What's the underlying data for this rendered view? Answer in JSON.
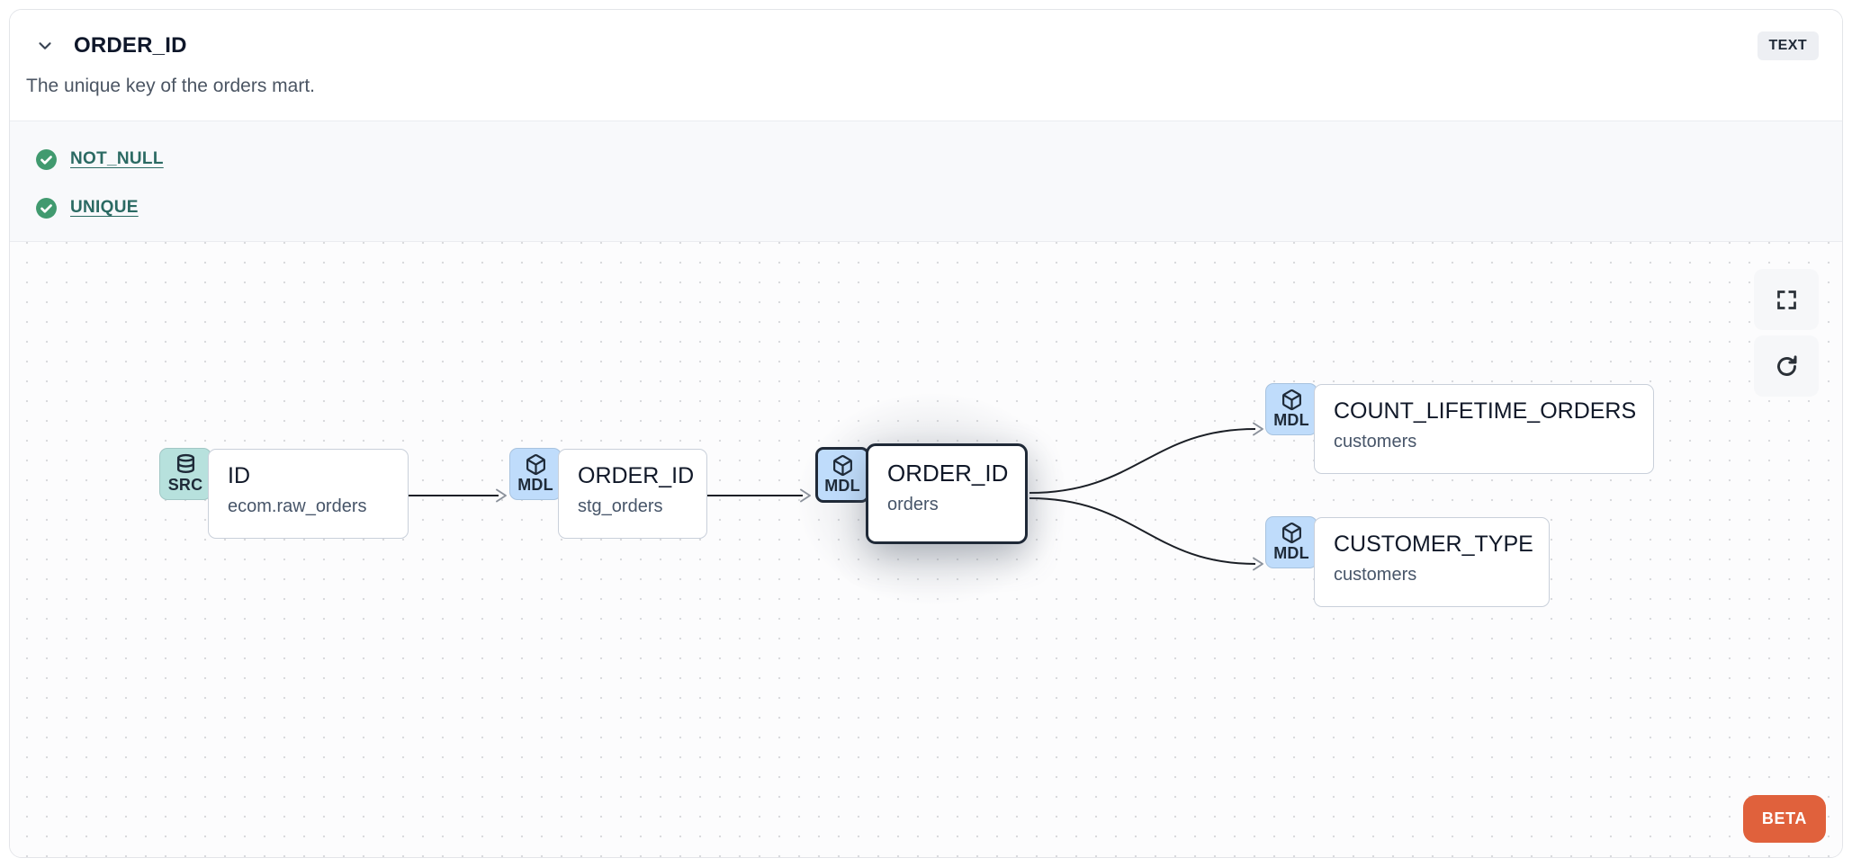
{
  "header": {
    "title": "ORDER_ID",
    "type_badge": "TEXT",
    "description": "The unique key of the orders mart."
  },
  "tests": [
    {
      "label": "NOT_NULL",
      "status": "pass"
    },
    {
      "label": "UNIQUE",
      "status": "pass"
    }
  ],
  "graph": {
    "nodes": [
      {
        "badge": "SRC",
        "icon": "database-icon",
        "title": "ID",
        "subtitle": "ecom.raw_orders",
        "selected": false
      },
      {
        "badge": "MDL",
        "icon": "cube-icon",
        "title": "ORDER_ID",
        "subtitle": "stg_orders",
        "selected": false
      },
      {
        "badge": "MDL",
        "icon": "cube-icon",
        "title": "ORDER_ID",
        "subtitle": "orders",
        "selected": true
      },
      {
        "badge": "MDL",
        "icon": "cube-icon",
        "title": "COUNT_LIFETIME_ORDERS",
        "subtitle": "customers",
        "selected": false
      },
      {
        "badge": "MDL",
        "icon": "cube-icon",
        "title": "CUSTOMER_TYPE",
        "subtitle": "customers",
        "selected": false
      }
    ],
    "edges": [
      {
        "from": "ID (ecom.raw_orders)",
        "to": "ORDER_ID (stg_orders)"
      },
      {
        "from": "ORDER_ID (stg_orders)",
        "to": "ORDER_ID (orders)"
      },
      {
        "from": "ORDER_ID (orders)",
        "to": "COUNT_LIFETIME_ORDERS (customers)"
      },
      {
        "from": "ORDER_ID (orders)",
        "to": "CUSTOMER_TYPE (customers)"
      }
    ]
  },
  "controls": {
    "fullscreen": "fullscreen",
    "refresh": "refresh"
  },
  "beta_label": "BETA",
  "colors": {
    "src_badge": "#b7e1dd",
    "mdl_badge": "#bfdcfb",
    "test_green": "#419a6f",
    "link_teal": "#2b6a63",
    "beta_orange": "#e0613c",
    "selected_border": "#1f2937",
    "edge": "#1b1f26",
    "arrowhead": "#8b919b"
  }
}
